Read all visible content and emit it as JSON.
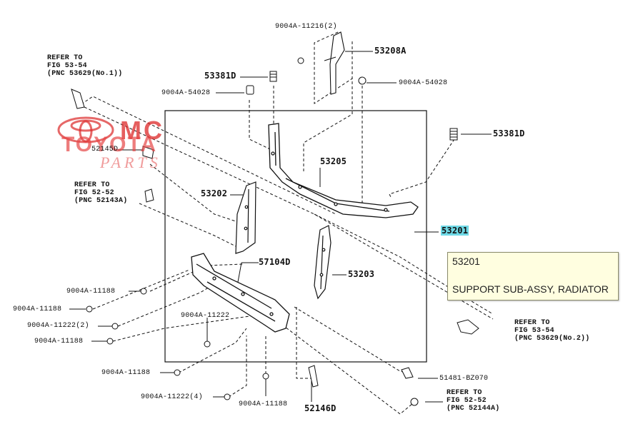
{
  "labels": {
    "p_9004a_11216": "9004A-11216(2)",
    "p_53208a": "53208A",
    "p_53381d_top": "53381D",
    "p_9004a_54028_l": "9004A-54028",
    "p_9004a_54028_r": "9004A-54028",
    "p_53381d_right": "53381D",
    "p_53205": "53205",
    "p_53202": "53202",
    "p_53201": "53201",
    "p_57104d": "57104D",
    "p_53203": "53203",
    "p_52145d": "52145D",
    "p_9004a_11188_a": "9004A-11188",
    "p_9004a_11188_b": "9004A-11188",
    "p_9004a_11222_2": "9004A-11222(2)",
    "p_9004a_11188_c": "9004A-11188",
    "p_9004a_11222_mid": "9004A-11222",
    "p_9004a_11188_d": "9004A-11188",
    "p_9004a_11222_4": "9004A-11222(4)",
    "p_9004a_11188_e": "9004A-11188",
    "p_52146d": "52146D",
    "p_51481": "51481-BZ070"
  },
  "refs": {
    "ref_53629_1": "REFER TO\nFIG 53-54\n(PNC 53629(No.1))",
    "ref_52143a": "REFER TO\nFIG 52-52\n(PNC 52143A)",
    "ref_53629_2": "REFER TO\nFIG 53-54\n(PNC 53629(No.2))",
    "ref_52144a": "REFER TO\nFIG 52-52\n(PNC 52144A)"
  },
  "tooltip": {
    "code": "53201",
    "name": "SUPPORT SUB-ASSY, RADIATOR"
  },
  "watermark": {
    "line1": "MC",
    "line2": "TOYOTA",
    "line3": "PARTS",
    "color": "#dc2828"
  },
  "colors": {
    "highlight": "#6fd9e6",
    "tooltip_bg": "#fffee0",
    "line": "#111111"
  }
}
